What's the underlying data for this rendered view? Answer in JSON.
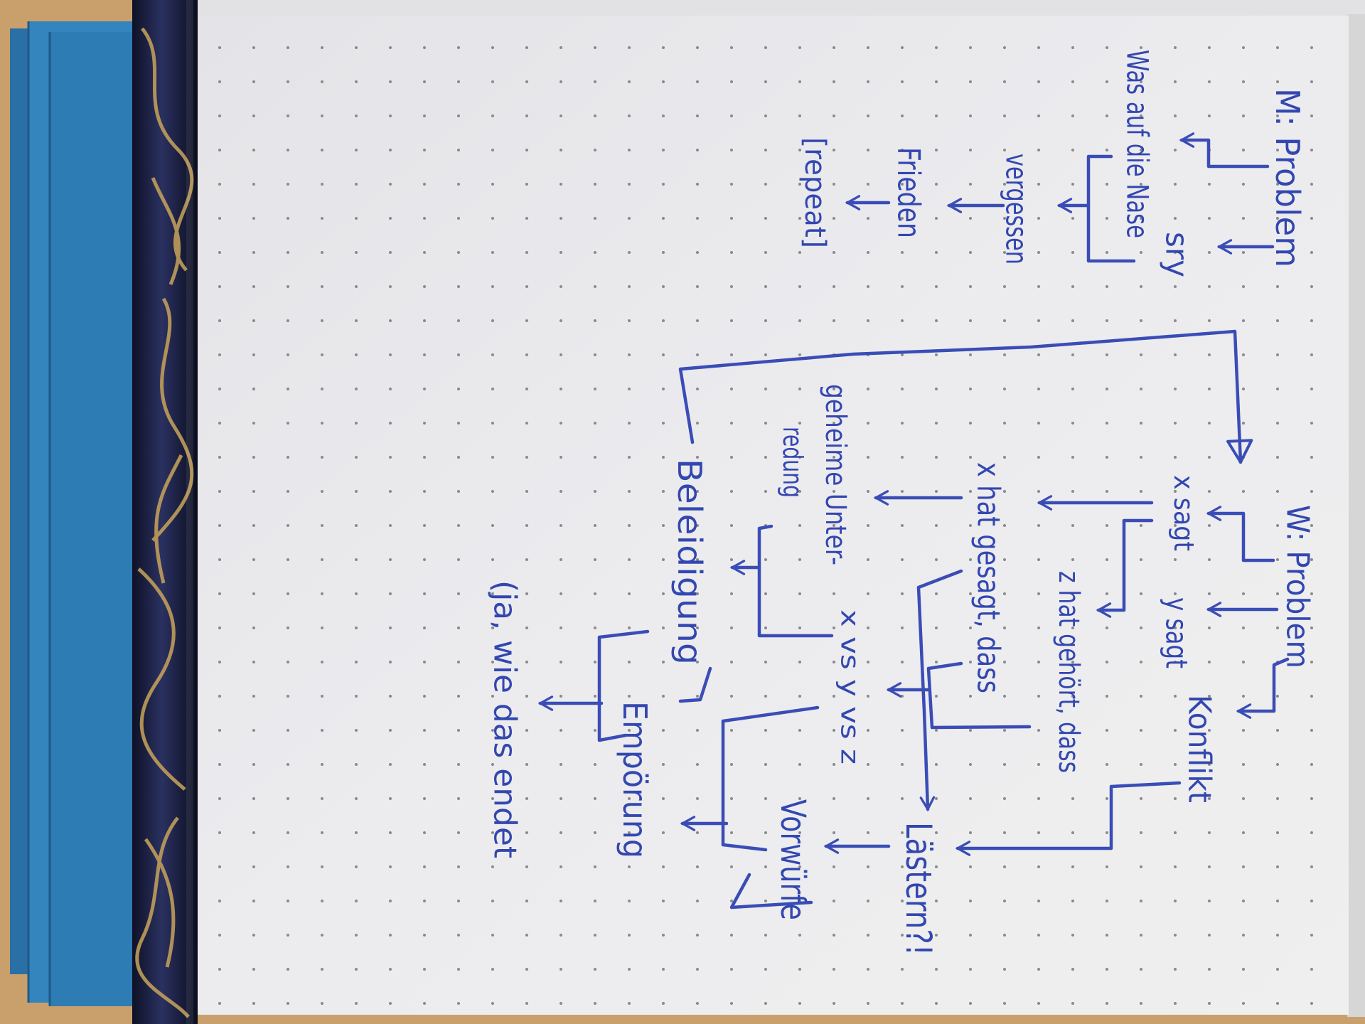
{
  "colors": {
    "ink": "#3a4db6",
    "paper": "#ebebee",
    "desk": "#c9a06c",
    "folder": "#2f7fb8",
    "pen": "#1b1f3a",
    "pen_marbling": "#c9a45a"
  },
  "m_flow": {
    "title": "M: Problem",
    "sorry": "sry",
    "nose": "Was auf die Nase",
    "forget": "vergessen",
    "peace": "Frieden",
    "repeat": "[repeat]"
  },
  "w_flow": {
    "title": "W: Problem",
    "x_says": "x sagt",
    "y_says": "y sagt",
    "conflict": "Konflikt",
    "z_heard": "z hat gehört, dass",
    "x_said": "x hat gesagt, dass",
    "gossip": "Lästern?!",
    "versus": "x vs y vs z",
    "secret_1": "geheime Unter-",
    "secret_2": "redung",
    "accusations": "Vorwürfe",
    "insult": "Beleidigung",
    "outrage": "Empörung",
    "ending": "(ja, wie das endet"
  }
}
